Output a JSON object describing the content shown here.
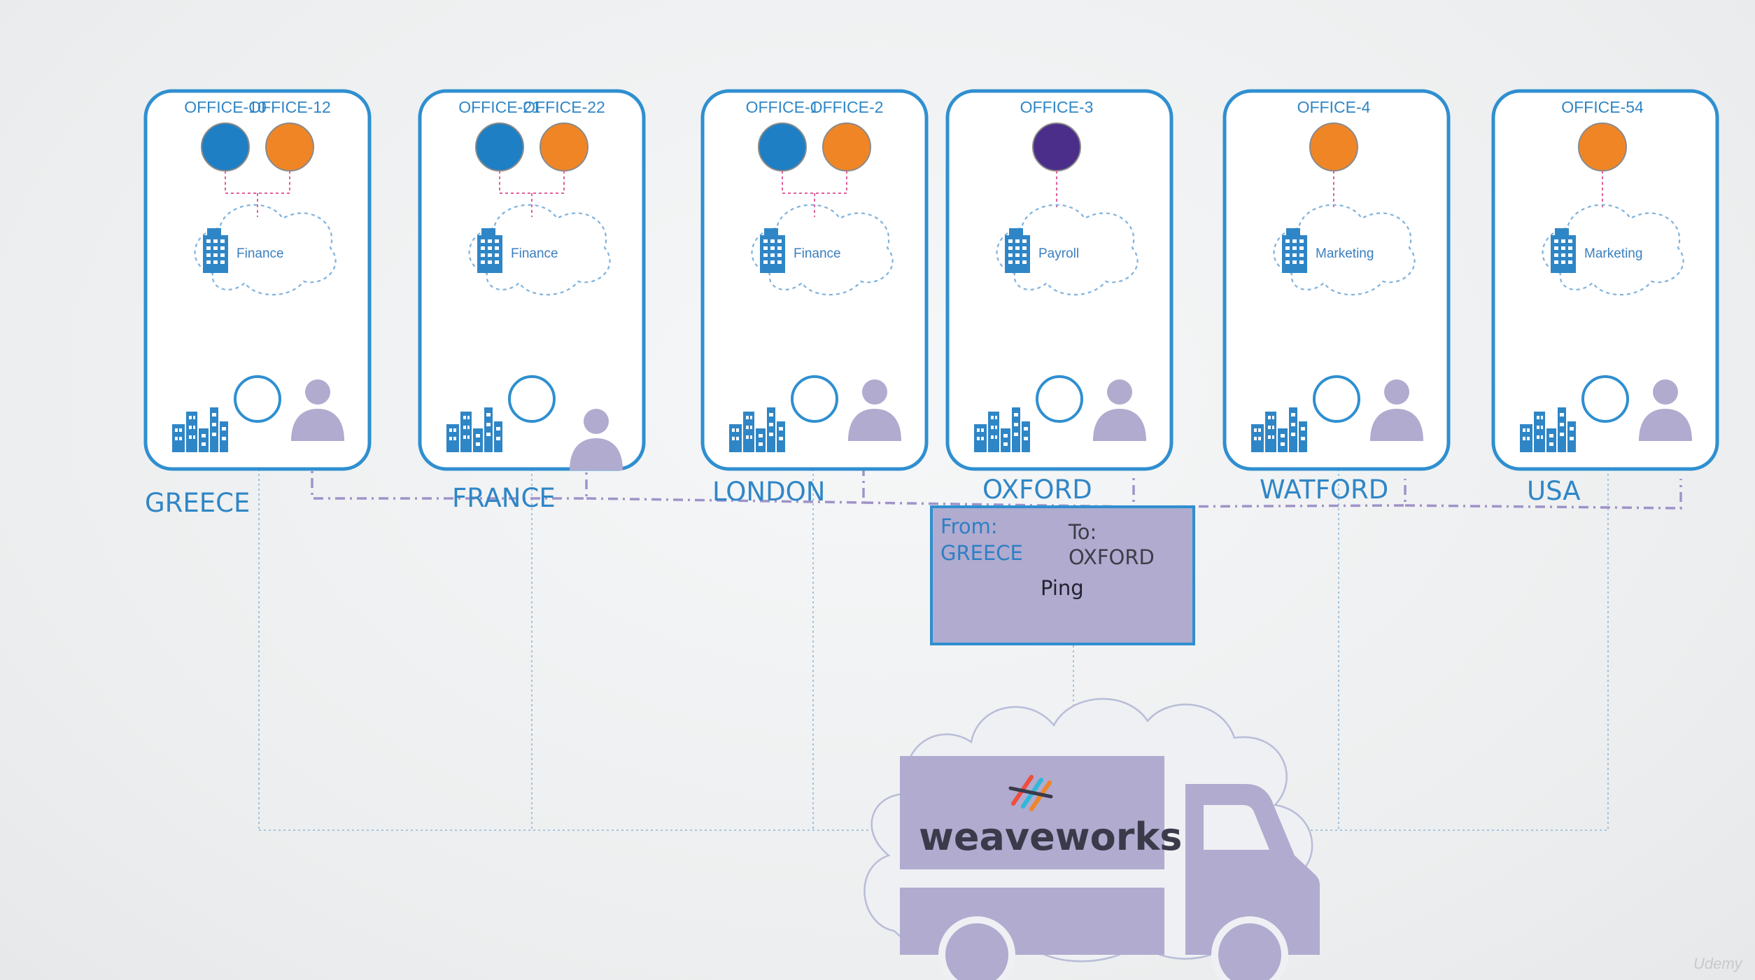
{
  "nodes": [
    {
      "name": "GREECE",
      "offices": [
        "OFFICE-10",
        "OFFICE-12"
      ],
      "pods": [
        "blue",
        "orange"
      ],
      "cloud_label": "Finance"
    },
    {
      "name": "FRANCE",
      "offices": [
        "OFFICE-21",
        "OFFICE-22"
      ],
      "pods": [
        "blue",
        "orange"
      ],
      "cloud_label": "Finance"
    },
    {
      "name": "LONDON",
      "offices": [
        "OFFICE-1",
        "OFFICE-2"
      ],
      "pods": [
        "blue",
        "orange"
      ],
      "cloud_label": "Finance"
    },
    {
      "name": "OXFORD",
      "offices": [
        "OFFICE-3"
      ],
      "pods": [
        "purple"
      ],
      "cloud_label": "Payroll"
    },
    {
      "name": "WATFORD",
      "offices": [
        "OFFICE-4"
      ],
      "pods": [
        "orange"
      ],
      "cloud_label": "Marketing"
    },
    {
      "name": "USA",
      "offices": [
        "OFFICE-54"
      ],
      "pods": [
        "orange"
      ],
      "cloud_label": "Marketing"
    }
  ],
  "packet": {
    "from_label": "From:",
    "from_value": "GREECE",
    "to_label": "To:",
    "to_value": "OXFORD",
    "message": "Ping"
  },
  "truck": {
    "brand": "weaveworks"
  },
  "watermark": "Udemy",
  "colors": {
    "blue": "#1e7fc4",
    "orange": "#f08526",
    "purple": "#4a2e8a",
    "frame": "#2f8fd0",
    "lavender": "#b0abcf",
    "packet_border": "#2f8fd0",
    "weave_dark": "#3a3a4a"
  },
  "icons": {
    "building": "building-icon",
    "city": "city-icon",
    "person": "person-icon",
    "weave_logo": "weaveworks-logo-icon"
  }
}
